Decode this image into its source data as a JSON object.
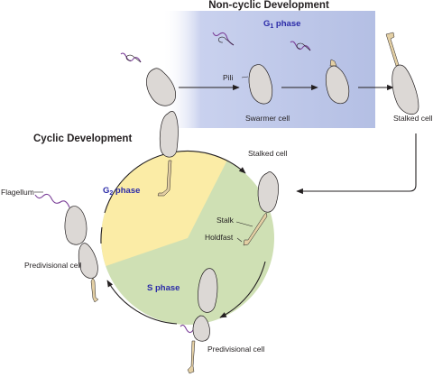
{
  "titles": {
    "non_cyclic": "Non-cyclic Development",
    "cyclic": "Cyclic Development"
  },
  "phases": {
    "g1_main": "G",
    "g1_sub": "1",
    "g1_suffix": " phase",
    "g2_main": "G",
    "g2_sub": "2",
    "g2_suffix": " phase",
    "s": "S phase"
  },
  "labels": {
    "pili": "Pili",
    "swarmer_cell": "Swarmer cell",
    "stalked_cell_top": "Stalked cell",
    "stalked_cell_circle": "Stalked cell",
    "stalk": "Stalk",
    "holdfast": "Holdfast",
    "flagellum": "Flagellum",
    "predivisional_left": "Predivisional cell",
    "predivisional_bottom": "Predivisional cell"
  },
  "colors": {
    "g1_panel": "#b8c3e6",
    "g2_phase": "#fbeca6",
    "s_phase": "#cfe0b4",
    "cell_fill": "#dcd8d5",
    "flagellum": "#7b3f98",
    "phase_text": "#2b2ba8"
  }
}
